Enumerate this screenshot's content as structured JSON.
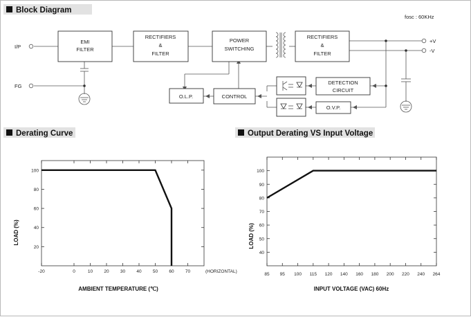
{
  "block_diagram": {
    "title": "Block Diagram",
    "fosc": "fosc : 60KHz",
    "inputs": {
      "ip": "I/P",
      "fg": "FG"
    },
    "outputs": {
      "pos": "+V",
      "neg": "-V"
    },
    "blocks": {
      "emi": [
        "EMI",
        "FILTER"
      ],
      "rect1": [
        "RECTIFIERS",
        "&",
        "FILTER"
      ],
      "power": [
        "POWER",
        "SWITCHING"
      ],
      "rect2": [
        "RECTIFIERS",
        "&",
        "FILTER"
      ],
      "olp": [
        "O.L.P."
      ],
      "control": [
        "CONTROL"
      ],
      "detection": [
        "DETECTION",
        "CIRCUIT"
      ],
      "ovp": [
        "O.V.P."
      ]
    }
  },
  "chart_data": [
    {
      "type": "line",
      "title": "Derating Curve",
      "xlabel": "AMBIENT TEMPERATURE (℃)",
      "ylabel": "LOAD (%)",
      "x_ticks": [
        "-20",
        "0",
        "10",
        "20",
        "30",
        "40",
        "50",
        "60",
        "70"
      ],
      "x_tick_note": "(HORIZONTAL)",
      "y_ticks": [
        "20",
        "40",
        "60",
        "80",
        "100"
      ],
      "xlim": [
        -20,
        80
      ],
      "ylim": [
        0,
        110
      ],
      "series": [
        {
          "x": [
            -20,
            50,
            60,
            60
          ],
          "y": [
            100,
            100,
            60,
            0
          ]
        }
      ],
      "grid": false
    },
    {
      "type": "line",
      "title": "Output Derating VS Input Voltage",
      "xlabel": "INPUT VOLTAGE (VAC) 60Hz",
      "ylabel": "LOAD (%)",
      "x_ticks": [
        "85",
        "95",
        "100",
        "115",
        "120",
        "140",
        "160",
        "180",
        "200",
        "220",
        "240",
        "264"
      ],
      "y_ticks": [
        "40",
        "50",
        "60",
        "70",
        "80",
        "90",
        "100"
      ],
      "ylim": [
        30,
        110
      ],
      "series": [
        {
          "x": [
            "85",
            "115",
            "264"
          ],
          "y": [
            80,
            100,
            100
          ]
        }
      ],
      "grid": false
    }
  ]
}
